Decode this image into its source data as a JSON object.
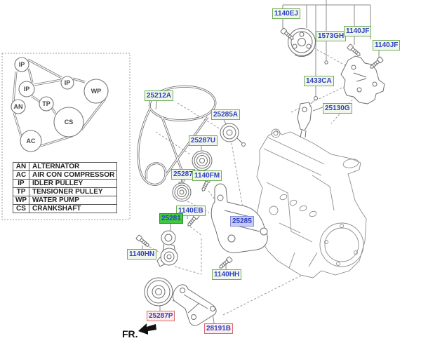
{
  "colors": {
    "label_text": "#2f3fc0",
    "label_green_bg": "#f0f7ea",
    "label_green_border": "#6fae5a",
    "label_pink_bg": "#fdecec",
    "label_pink_border": "#d96a6a",
    "label_hl_bg": "#3fc93f",
    "label_hl_border": "#2e8b2e",
    "label_blue_bg": "#c7cbf1",
    "label_blue_border": "#8890dd",
    "line_art": "#8d8d8d",
    "part_line": "#6e6e6e",
    "ink": "#1c1c1c"
  },
  "legend": {
    "rows": [
      {
        "code": "AN",
        "name": "ALTERNATOR"
      },
      {
        "code": "AC",
        "name": "AIR CON COMPRESSOR"
      },
      {
        "code": "IP",
        "name": "IDLER PULLEY"
      },
      {
        "code": "TP",
        "name": "TENSIONER PULLEY"
      },
      {
        "code": "WP",
        "name": "WATER PUMP"
      },
      {
        "code": "CS",
        "name": "CRANKSHAFT"
      }
    ]
  },
  "inset": {
    "pulleys": [
      {
        "label": "IP"
      },
      {
        "label": "IP"
      },
      {
        "label": "WP"
      },
      {
        "label": "IP"
      },
      {
        "label": "AN"
      },
      {
        "label": "TP"
      },
      {
        "label": "CS"
      },
      {
        "label": "AC"
      }
    ]
  },
  "labels": [
    {
      "text": "1140EJ",
      "variant": "green"
    },
    {
      "text": "1573GH",
      "variant": "green"
    },
    {
      "text": "1140JF",
      "variant": "green"
    },
    {
      "text": "1140JF",
      "variant": "green"
    },
    {
      "text": "1433CA",
      "variant": "green"
    },
    {
      "text": "25130G",
      "variant": "green"
    },
    {
      "text": "25212A",
      "variant": "green"
    },
    {
      "text": "25285A",
      "variant": "green"
    },
    {
      "text": "25287U",
      "variant": "green"
    },
    {
      "text": "25287",
      "variant": "green"
    },
    {
      "text": "1140FM",
      "variant": "green"
    },
    {
      "text": "1140EB",
      "variant": "green"
    },
    {
      "text": "25281",
      "variant": "highlighted"
    },
    {
      "text": "25285",
      "variant": "blue"
    },
    {
      "text": "1140HN",
      "variant": "green"
    },
    {
      "text": "1140HH",
      "variant": "green"
    },
    {
      "text": "25287P",
      "variant": "pink"
    },
    {
      "text": "28191B",
      "variant": "pink"
    }
  ],
  "footer": {
    "fr_label": "FR."
  }
}
